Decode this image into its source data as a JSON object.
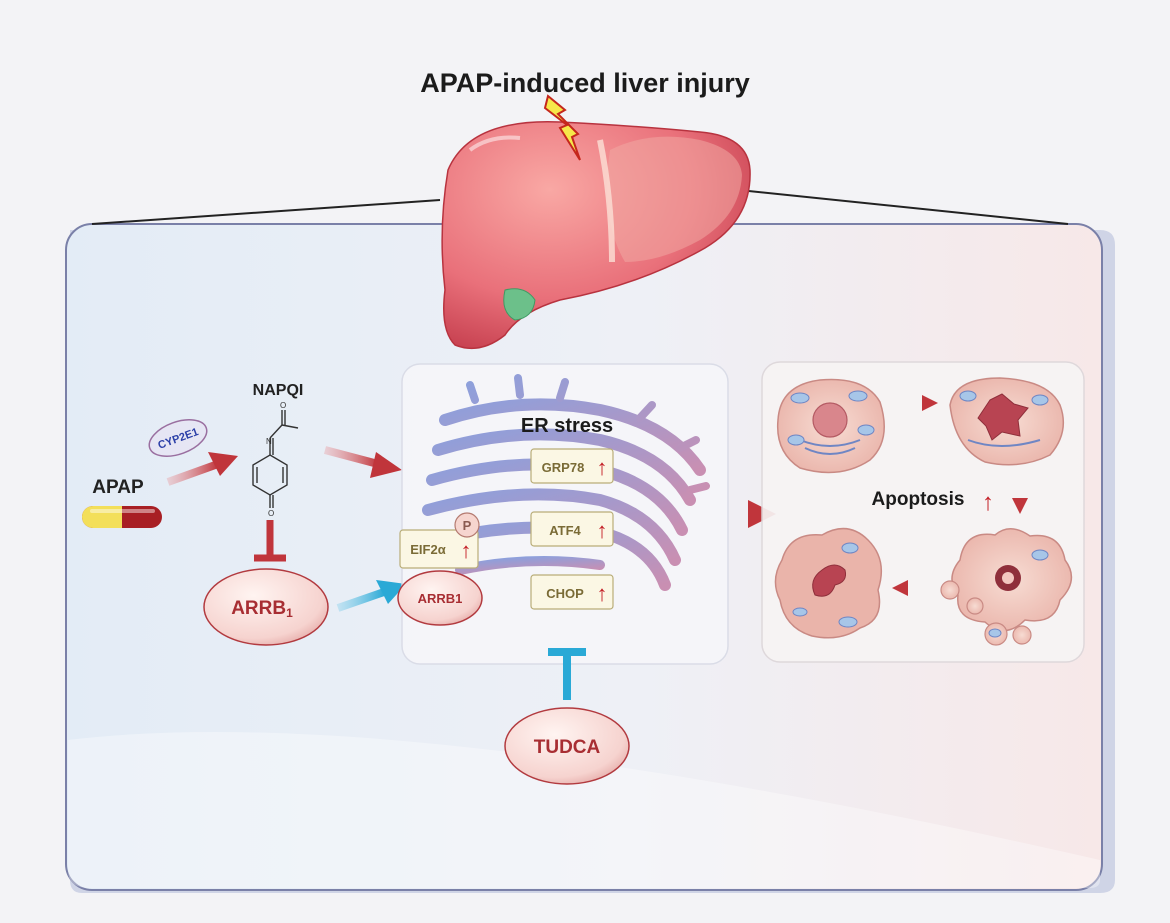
{
  "title": "APAP-induced liver injury",
  "drug": {
    "label": "APAP",
    "enzyme": "CYP2E1"
  },
  "metabolite": {
    "label": "NAPQI"
  },
  "arrb1_left": {
    "main": "ARRB",
    "sub": "1"
  },
  "er": {
    "title": "ER stress",
    "markers": [
      "GRP78",
      "ATF4",
      "CHOP"
    ],
    "eif2a": "EIF2α",
    "phospho": "P",
    "arrb1": "ARRB1",
    "up_arrow": "↑"
  },
  "apoptosis": {
    "label": "Apoptosis",
    "up_arrow": "↑"
  },
  "inhibitor": {
    "label": "TUDCA"
  },
  "colors": {
    "activation_arrow": "#c0353b",
    "inhibition_blue": "#2aa9d6",
    "inhibition_red": "#c0353b",
    "er_membrane": "#6f83c6",
    "liver": "#e8737a",
    "gallbladder": "#6cc08a",
    "capsule_red": "#a81f24",
    "capsule_yellow": "#f3df5a"
  }
}
